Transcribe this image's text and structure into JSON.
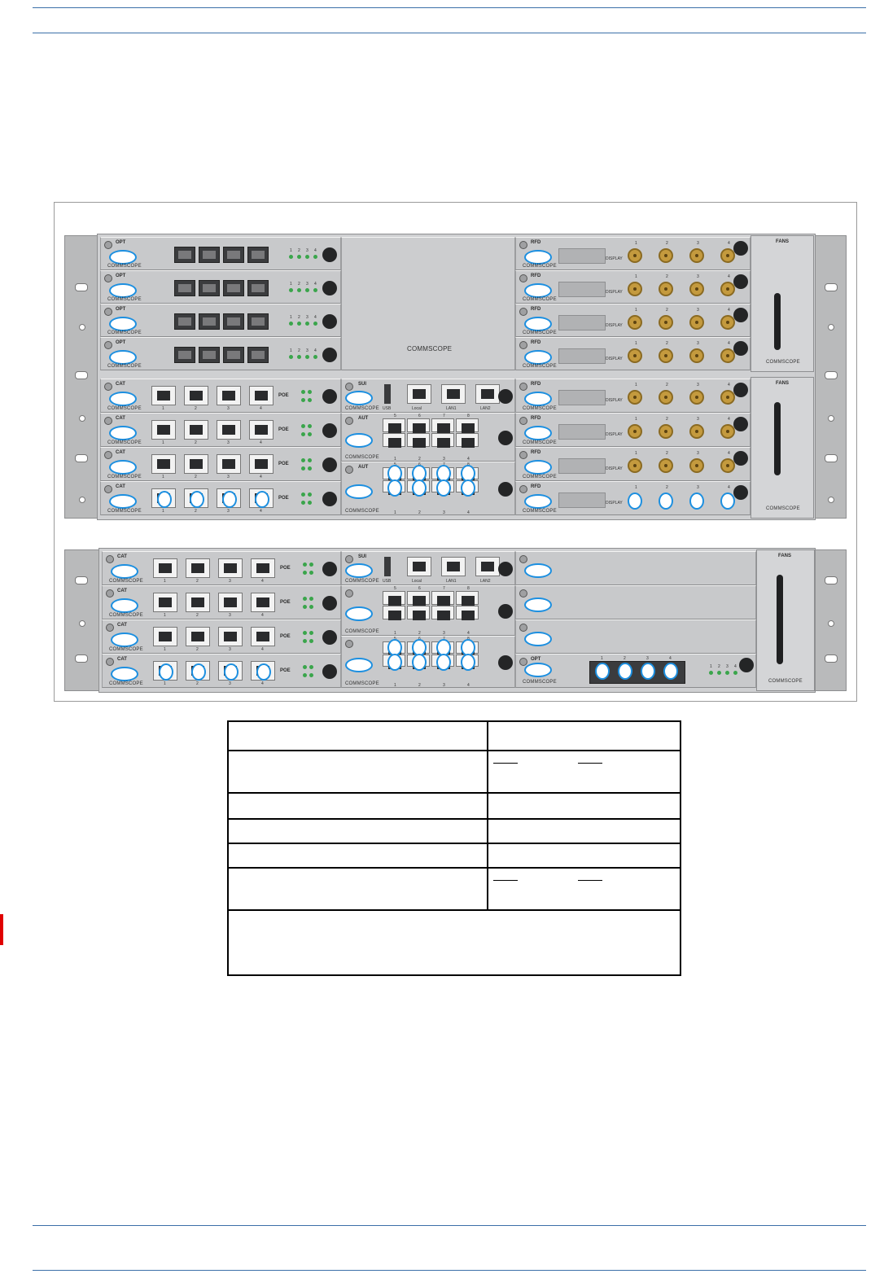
{
  "figure": {
    "brand_text": "COMMSCOPE",
    "fans_label": "FANS",
    "display_label": "DISPLAY",
    "poe_label": "POE",
    "usb_label": "USB",
    "local_label": "Local",
    "lan1_label": "LAN1",
    "lan2_label": "LAN2",
    "sui_label": "SUI",
    "aut_label": "AUT",
    "opt_label": "OPT",
    "cat_label": "CAT",
    "rfd_label": "RFD",
    "port_numbers": [
      "1",
      "2",
      "3",
      "4"
    ],
    "port_numbers_upper": [
      "5",
      "6",
      "7",
      "8"
    ],
    "led_numbers": [
      "1",
      "2",
      "3",
      "4"
    ]
  },
  "colors": {
    "rule": "#3b6fa8",
    "callout": "#1c8fe0",
    "change_bar": "#e00000",
    "led": "#3aa54b"
  }
}
